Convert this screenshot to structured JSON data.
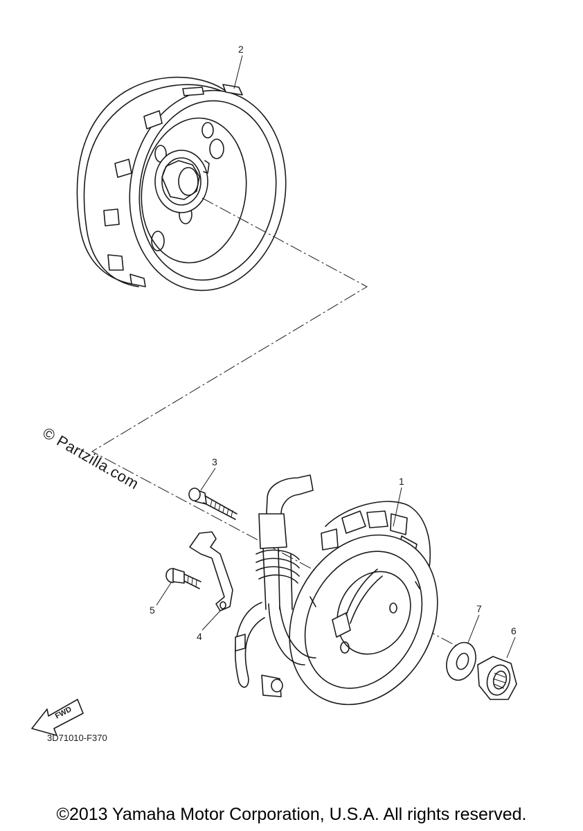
{
  "callouts": [
    {
      "id": "1",
      "label": "1"
    },
    {
      "id": "2",
      "label": "2"
    },
    {
      "id": "3",
      "label": "3"
    },
    {
      "id": "4",
      "label": "4"
    },
    {
      "id": "5",
      "label": "5"
    },
    {
      "id": "6",
      "label": "6"
    },
    {
      "id": "7",
      "label": "7"
    }
  ],
  "fwd_label": "FWD",
  "diagram_code": "3D71010-F370",
  "watermark": "© Partzilla.com",
  "copyright": "©2013 Yamaha Motor Corporation, U.S.A. All rights reserved."
}
